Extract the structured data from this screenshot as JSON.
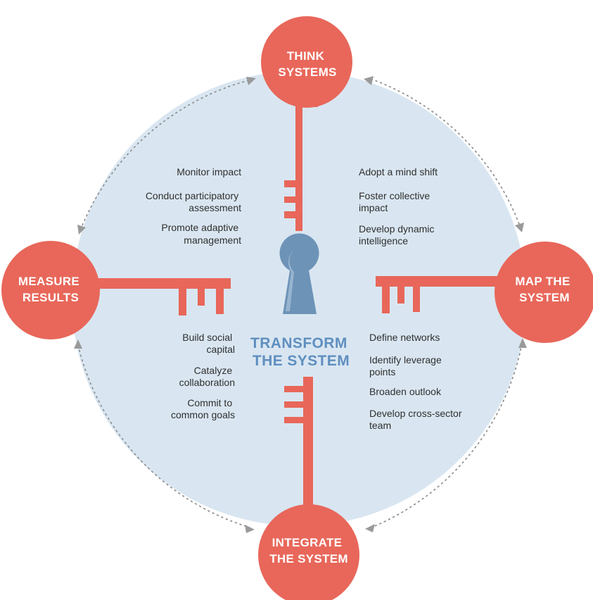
{
  "colors": {
    "key_red": "#e8675a",
    "circle_fill": "#d9e6f1",
    "keyhole_blue": "#6d93b7",
    "center_text": "#5f8fbf",
    "body_text": "#2f2f2f",
    "dashed_orbit": "#8a8a8a"
  },
  "keys": {
    "top": {
      "title_lines": [
        "THINK",
        "SYSTEMS"
      ]
    },
    "right": {
      "title_lines": [
        "MAP THE",
        "SYSTEM"
      ]
    },
    "bottom": {
      "title_lines": [
        "INTEGRATE",
        "THE SYSTEM"
      ]
    },
    "left": {
      "title_lines": [
        "MEASURE",
        "RESULTS"
      ]
    }
  },
  "center": {
    "icon": "keyhole-icon",
    "title_lines": [
      "TRANSFORM",
      "THE SYSTEM"
    ]
  },
  "quadrants": {
    "top_left": [
      [
        "Monitor impact"
      ],
      [
        "Conduct participatory",
        "assessment"
      ],
      [
        "Promote adaptive",
        "management"
      ]
    ],
    "top_right": [
      [
        "Adopt a mind shift"
      ],
      [
        "Foster collective",
        "impact"
      ],
      [
        "Develop dynamic",
        "intelligence"
      ]
    ],
    "bottom_left": [
      [
        "Build social",
        "capital"
      ],
      [
        "Catalyze",
        "collaboration"
      ],
      [
        "Commit to",
        "common goals"
      ]
    ],
    "bottom_right": [
      [
        "Define networks"
      ],
      [
        "Identify leverage",
        "points"
      ],
      [
        "Broaden outlook"
      ],
      [
        "Develop cross-sector",
        "team"
      ]
    ]
  }
}
